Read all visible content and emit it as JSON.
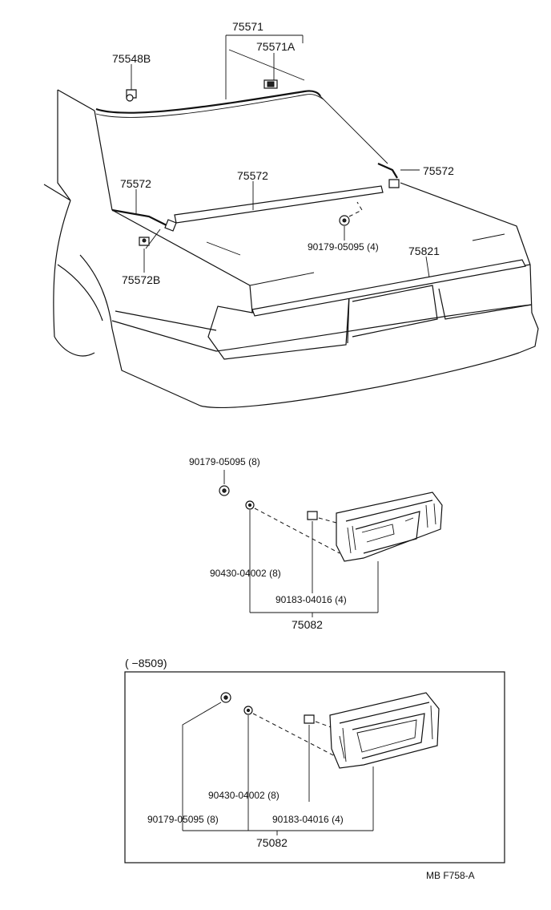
{
  "callouts": {
    "p75571": "75571",
    "p75571a": "75571A",
    "p75548b": "75548B",
    "p75572_left": "75572",
    "p75572_center": "75572",
    "p75572_right": "75572",
    "p90179_trunk": "90179-05095 (4)",
    "p75821": "75821",
    "p75572b": "75572B",
    "bracket_upper": {
      "p90179": "90179-05095 (8)",
      "p90430": "90430-04002 (8)",
      "p90183": "90183-04016 (4)",
      "p75082": "75082"
    },
    "bracket_lower": {
      "range": "(        −8509)",
      "p90430": "90430-04002 (8)",
      "p90179": "90179-05095 (8)",
      "p90183": "90183-04016 (4)",
      "p75082": "75082"
    }
  },
  "footer": {
    "code": "MB  F758-A"
  }
}
